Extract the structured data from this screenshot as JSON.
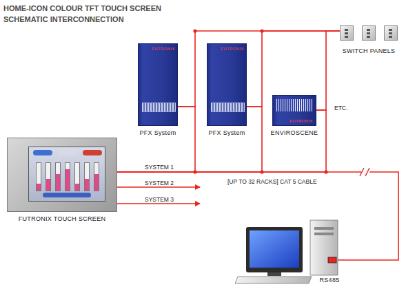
{
  "diagram": {
    "title": "HOME-ICON COLOUR TFT TOUCH SCREEN SCHEMATIC INTERCONNECTION",
    "nodes": [
      {
        "text": [
          "FUTRONIX",
          "PFX System"
        ]
      },
      {
        "text": [
          "FUTRONIX",
          "PFX System"
        ]
      },
      {
        "text": [
          "FUTRONIX",
          "ENVIROSCENE"
        ]
      },
      {
        "text": [
          "SWITCH PANELS"
        ]
      },
      {
        "text": [
          "FUTRONIX TOUCH SCREEN"
        ]
      },
      {
        "text": [
          "RS485"
        ]
      }
    ],
    "edges": [
      {
        "from": 0,
        "to": 3,
        "arrow": "none"
      },
      {
        "from": 1,
        "to": 3,
        "arrow": "none"
      },
      {
        "from": 2,
        "to": 3,
        "arrow": "none"
      },
      {
        "from": 4,
        "to": 0,
        "arrow": "none"
      },
      {
        "from": 4,
        "to": 1,
        "arrow": "none"
      },
      {
        "from": 4,
        "to": 2,
        "arrow": "none"
      },
      {
        "from": 4,
        "to": 5,
        "arrow": "none"
      }
    ],
    "labels": [
      "SYSTEM 1",
      "SYSTEM 2",
      "SYSTEM 3",
      "[UP TO 32 RACKS] CAT 5 CABLE",
      "ETC."
    ]
  }
}
